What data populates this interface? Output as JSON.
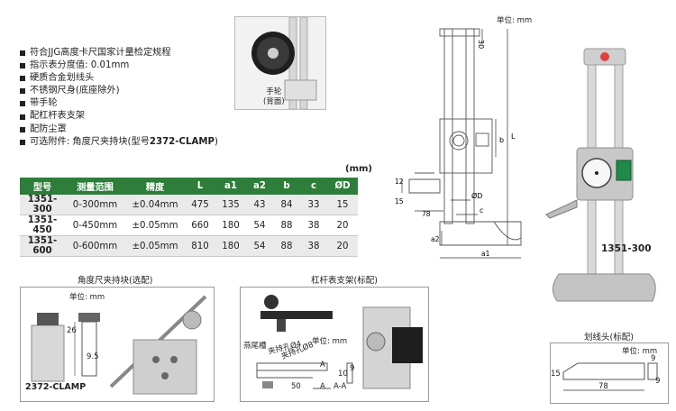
{
  "features": [
    "符合JJG高度卡尺国家计量检定规程",
    "指示表分度值: 0.01mm",
    "硬质合金划线头",
    "不锈钢尺身(底座除外)",
    "带手轮",
    "配杠杆表支架",
    "配防尘罩"
  ],
  "optional": {
    "prefix": "可选附件: 角度尺夹持块(型号",
    "model": "2372-CLAMP",
    "suffix": ")"
  },
  "handwheel_label": {
    "line1": "手轮",
    "line2": "(背面)"
  },
  "unit_main": "单位: mm",
  "table": {
    "unit": "(mm)",
    "headers": [
      "型号",
      "测量范围",
      "精度",
      "L",
      "a1",
      "a2",
      "b",
      "c",
      "ØD"
    ],
    "rows": [
      [
        "1351-300",
        "0-300mm",
        "±0.04mm",
        "475",
        "135",
        "43",
        "84",
        "33",
        "15"
      ],
      [
        "1351-450",
        "0-450mm",
        "±0.05mm",
        "660",
        "180",
        "54",
        "88",
        "38",
        "20"
      ],
      [
        "1351-600",
        "0-600mm",
        "±0.05mm",
        "810",
        "180",
        "54",
        "88",
        "38",
        "20"
      ]
    ]
  },
  "drawing_labels": {
    "dim30": "30",
    "b": "b",
    "L": "L",
    "D": "ØD",
    "c": "c",
    "d12": "12",
    "d15": "15",
    "d78": "78",
    "a2": "a2",
    "a1": "a1"
  },
  "product_model": "1351-300",
  "angle_block": {
    "caption": "角度尺夹持块(选配)",
    "unit": "单位: mm",
    "d26": "26",
    "d95": "9.5",
    "model": "2372-CLAMP"
  },
  "lever_bracket": {
    "caption": "杠杆表支架(标配)",
    "unit": "单位: mm",
    "dovetail": "燕尾槽",
    "hole4": "夹持孔Ø4",
    "hole8": "夹持孔Ø8",
    "A": "A",
    "AA": "A-A",
    "d50": "50",
    "d10": "10",
    "d9": "9"
  },
  "scriber": {
    "caption": "划线头(标配)",
    "unit": "单位: mm",
    "d9": "9",
    "d15": "15",
    "d78": "78",
    "d9b": "9"
  }
}
